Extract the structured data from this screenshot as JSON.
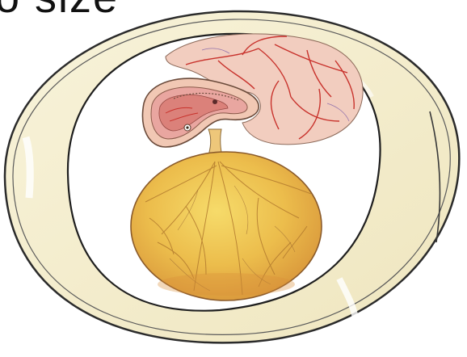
{
  "heading_fragment": "o size",
  "colors": {
    "shell_fill": "#f6f0d3",
    "shell_outline": "#2b2b2b",
    "albumen_fill": "#ffffff",
    "allantois_fill": "#f2cdbf",
    "allantois_vessels": "#c8322c",
    "embryo_fill": "#e9a6a0",
    "amnion_fill": "#f1c8b4",
    "yolk_fill": "#e8b545",
    "yolk_highlight": "#f3d35e",
    "yolk_vessels": "#b27a2e",
    "stalk_fill": "#eec77a"
  },
  "icons": [
    "egg-shell-shape",
    "allantois-shape",
    "embryo-shape",
    "yolk-sac-shape"
  ]
}
